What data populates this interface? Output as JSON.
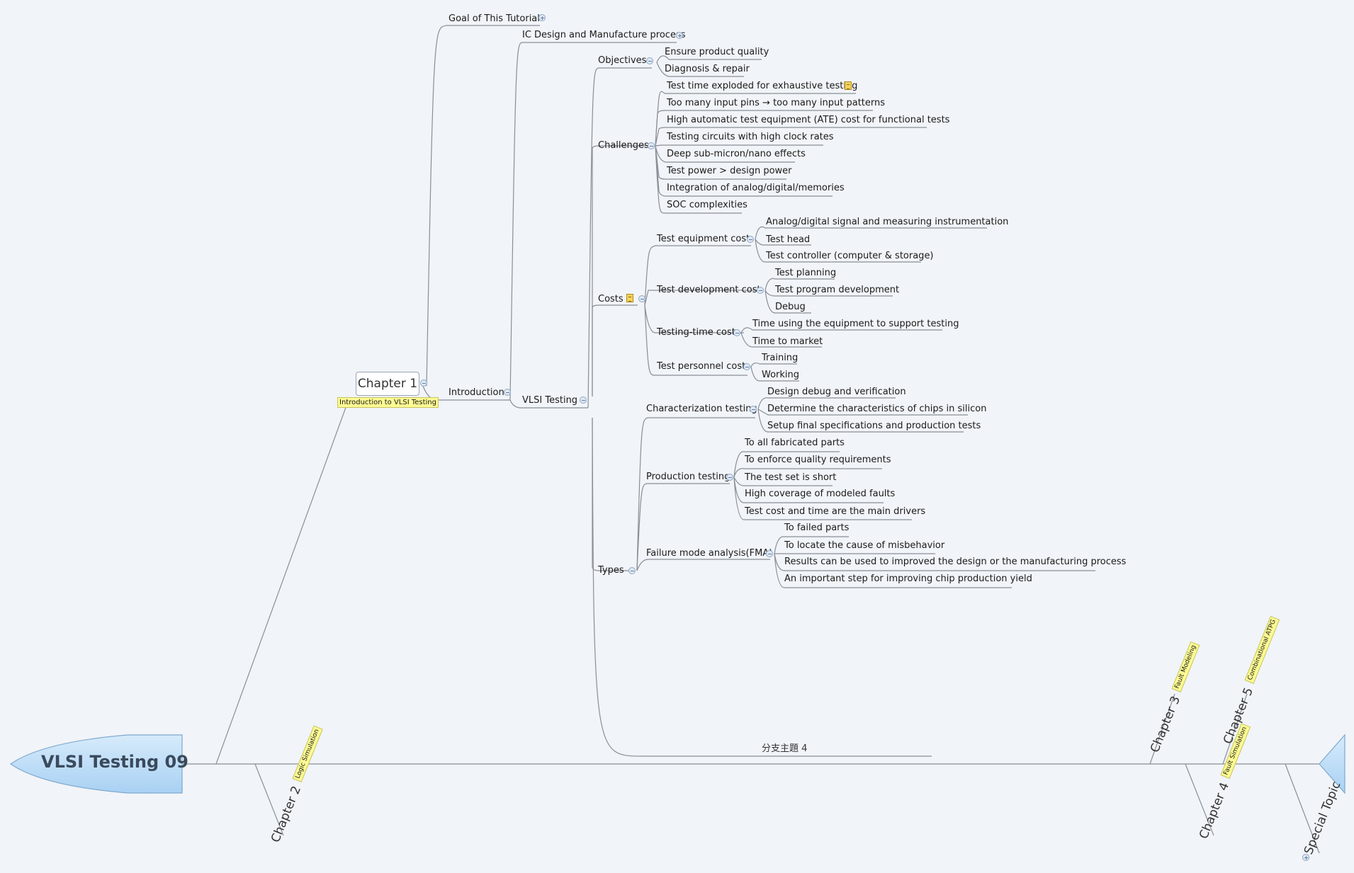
{
  "central_topic": "VLSI Testing 09",
  "chapter1": {
    "title": "Chapter 1",
    "label": "Introduction to VLSI Testing",
    "subtopics": {
      "goal": "Goal of This Tutorial",
      "introduction": "Introduction",
      "ic_design": "IC Design and Manufacture process",
      "vlsi_testing": "VLSI Testing"
    },
    "objectives": {
      "title": "Objectives",
      "items": [
        "Ensure product quality",
        "Diagnosis & repair"
      ]
    },
    "challenges": {
      "title": "Challenges",
      "items": [
        "Test time exploded for exhaustive testing",
        "Too many input pins → too many input patterns",
        "High automatic test equipment (ATE) cost for functional tests",
        "Testing circuits with high clock rates",
        "Deep sub-micron/nano effects",
        "Test power > design power",
        "Integration of analog/digital/memories",
        "SOC complexities"
      ]
    },
    "costs": {
      "title": "Costs",
      "groups": [
        {
          "title": "Test equipment cost",
          "items": [
            "Analog/digital signal and measuring instrumentation",
            "Test head",
            "Test controller (computer & storage)"
          ]
        },
        {
          "title": "Test development cost",
          "items": [
            "Test planning",
            "Test program development",
            "Debug"
          ]
        },
        {
          "title": "Testing-time cost",
          "items": [
            "Time using the equipment to support testing",
            "Time to market"
          ]
        },
        {
          "title": "Test personnel cost",
          "items": [
            "Training",
            "Working"
          ]
        }
      ]
    },
    "types": {
      "title": "Types",
      "groups": [
        {
          "title": "Characterization testing",
          "items": [
            "Design debug and verification",
            "Determine the characteristics of chips in silicon",
            "Setup final specifications and production tests"
          ]
        },
        {
          "title": "Production testing",
          "items": [
            "To all fabricated parts",
            "To enforce quality requirements",
            "The test set is short",
            "High coverage of modeled faults",
            "Test cost and time are the main drivers"
          ]
        },
        {
          "title": "Failure mode analysis(FMA)",
          "items": [
            "To failed parts",
            "To locate the cause of misbehavior",
            "Results can be used to improved the design or the manufacturing process",
            "An important step for improving chip production yield"
          ]
        }
      ],
      "branch4": "分支主題 4"
    }
  },
  "bottom_chapters": [
    {
      "title": "Chapter 2",
      "label": "Logic Simulation"
    },
    {
      "title": "Chapter 3",
      "label": "Fault Modeling"
    },
    {
      "title": "Chapter 4",
      "label": "Fault Simulation"
    },
    {
      "title": "Chapter 5",
      "label": "Combinational ATPG"
    },
    {
      "title": "Special Topic",
      "label": ""
    }
  ],
  "colors": {
    "background": "#f1f4f8",
    "head_fill": "#bcdcf7",
    "tag_fill": "#fdfb92",
    "line": "#8a8f96"
  }
}
